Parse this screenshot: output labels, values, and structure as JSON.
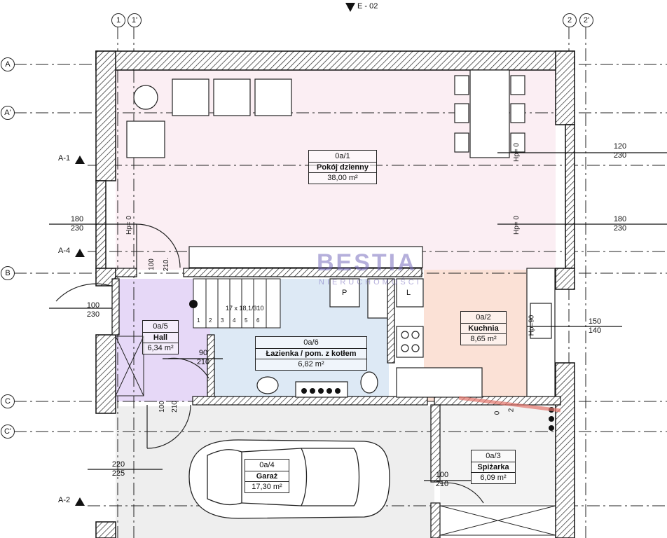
{
  "section_marker": "E - 02",
  "axes": {
    "top": [
      "1",
      "1'",
      "2",
      "2'"
    ],
    "left": [
      "A",
      "A'",
      "B",
      "C",
      "C'"
    ]
  },
  "sections": [
    "A-1",
    "A-4",
    "A-2"
  ],
  "rooms": [
    {
      "code": "0a/1",
      "name": "Pokój dzienny",
      "area": "38,00 m²",
      "color": "#fbeef3"
    },
    {
      "code": "0a/2",
      "name": "Kuchnia",
      "area": "8,65 m²",
      "color": "#fbe1d6"
    },
    {
      "code": "0a/3",
      "name": "Spiżarka",
      "area": "6,09 m²",
      "color": "#f1f1f1"
    },
    {
      "code": "0a/4",
      "name": "Garaż",
      "area": "17,30 m²",
      "color": "#eeeeee"
    },
    {
      "code": "0a/5",
      "name": "Hall",
      "area": "6,34 m²",
      "color": "#e6d8f7"
    },
    {
      "code": "0a/6",
      "name": "Łazienka / pom. z kotłem",
      "area": "6,82 m²",
      "color": "#dde9f5"
    }
  ],
  "dimensions": {
    "d1": [
      "120",
      "230"
    ],
    "d2": [
      "180",
      "230"
    ],
    "d3": [
      "180",
      "230"
    ],
    "d4": [
      "100",
      "230"
    ],
    "d5": [
      "150",
      "140"
    ],
    "d6": [
      "90",
      "210"
    ],
    "d7": [
      "220",
      "225"
    ],
    "d8": [
      "100",
      "210"
    ],
    "v1": "100",
    "v2": "210.",
    "v3": "100",
    "v4": "210",
    "v5": "2",
    "v6": "0"
  },
  "heights": {
    "hp1": "Hp= 0",
    "hp2": "Hp= 0",
    "hp3": "Hp= 0",
    "hp4": "Hp=90"
  },
  "stairs": {
    "label": "17 x 18,1/310",
    "steps": [
      "1",
      "2",
      "3",
      "4",
      "5",
      "6"
    ]
  },
  "fixtures": {
    "p": "P",
    "l": "L"
  },
  "watermark": {
    "brand": "BESTIA",
    "sub": "NIERUCHOMOŚCI"
  }
}
